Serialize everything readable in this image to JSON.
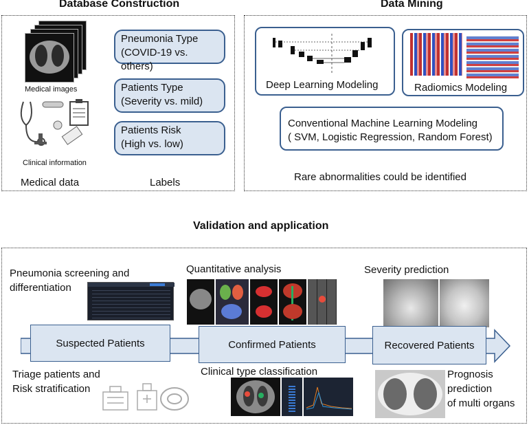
{
  "db": {
    "title": "Database Construction",
    "medical_images_caption": "Medical images",
    "clinical_caption": "Clinical information",
    "medical_data_label": "Medical data",
    "labels_label": "Labels",
    "label_boxes": [
      {
        "line1": "Pneumonia Type",
        "line2": "(COVID-19 vs. others)"
      },
      {
        "line1": "Patients Type",
        "line2": "(Severity vs. mild)"
      },
      {
        "line1": "Patients Risk",
        "line2": "(High vs. low)"
      }
    ]
  },
  "mining": {
    "title": "Data Mining",
    "deep_learning": "Deep Learning Modeling",
    "radiomics": "Radiomics Modeling",
    "conventional_line1": "Conventional Machine Learning Modeling",
    "conventional_line2": "( SVM, Logistic Regression, Random Forest)",
    "rare": "Rare abnormalities could be identified"
  },
  "validation": {
    "title": "Validation and application",
    "screening_line1": "Pneumonia screening and",
    "screening_line2": "differentiation",
    "quantitative": "Quantitative analysis",
    "severity": "Severity prediction",
    "stages": [
      "Suspected Patients",
      "Confirmed Patients",
      "Recovered Patients"
    ],
    "triage_line1": "Triage patients and",
    "triage_line2": "Risk stratification",
    "clinical_type": "Clinical type classification",
    "prognosis_line1": "Prognosis",
    "prognosis_line2": "prediction",
    "prognosis_line3": "of multi organs"
  },
  "colors": {
    "box_fill": "#dbe5f1",
    "box_border": "#3a5f8f"
  }
}
